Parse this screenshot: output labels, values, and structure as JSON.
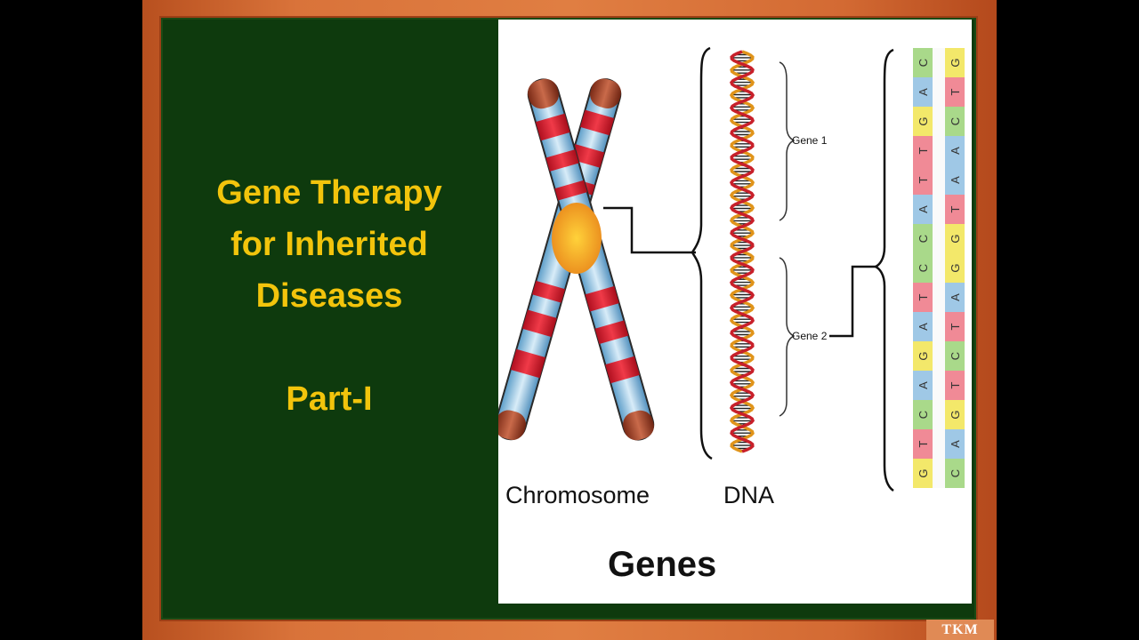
{
  "slide": {
    "title_lines": [
      "Gene Therapy",
      "for Inherited",
      "Diseases"
    ],
    "subtitle": "Part-I"
  },
  "diagram": {
    "chromosome_label": "Chromosome",
    "dna_label": "DNA",
    "gene1_label": "Gene 1",
    "gene2_label": "Gene 2",
    "caption": "Genes",
    "sequence_left": [
      "C",
      "A",
      "G",
      "T",
      "T",
      "A",
      "C",
      "C",
      "T",
      "A",
      "G",
      "A",
      "C",
      "T",
      "G"
    ],
    "sequence_right": [
      "G",
      "T",
      "C",
      "A",
      "A",
      "T",
      "G",
      "G",
      "A",
      "T",
      "C",
      "T",
      "G",
      "A",
      "C"
    ],
    "base_colors": {
      "A": "#9fc8e6",
      "T": "#f08a96",
      "G": "#f3e86a",
      "C": "#a9d98a"
    }
  },
  "branding": {
    "badge": "TKM"
  },
  "colors": {
    "title": "#f2c40c",
    "board": "#0e3a0d",
    "frame": "#d9733a",
    "chromosome_red": "#e0202e",
    "chromosome_blue": "#8ec3e6",
    "chromosome_center": "#f5a623"
  }
}
